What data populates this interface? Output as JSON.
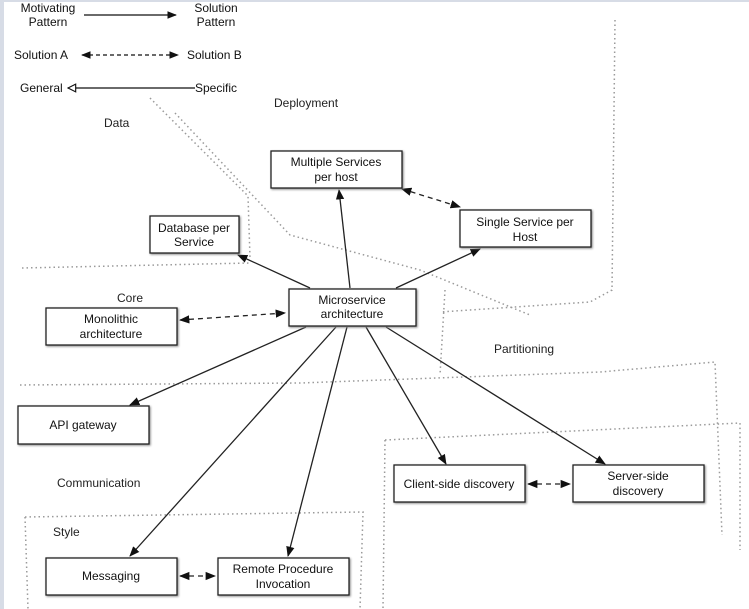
{
  "legend": {
    "motivating": [
      "Motivating",
      "Pattern"
    ],
    "solution": [
      "Solution",
      "Pattern"
    ],
    "solution_a": "Solution A",
    "solution_b": "Solution B",
    "general": "General",
    "specific": "Specific"
  },
  "regions": {
    "deployment": "Deployment",
    "data": "Data",
    "core": "Core",
    "partitioning": "Partitioning",
    "communication": "Communication",
    "style": "Style"
  },
  "nodes": {
    "microservice": [
      "Microservice",
      "architecture"
    ],
    "monolithic": [
      "Monolithic",
      "architecture"
    ],
    "database_per_service": [
      "Database per",
      "Service"
    ],
    "multiple_services": [
      "Multiple Services",
      "per host"
    ],
    "single_service": [
      "Single Service per",
      "Host"
    ],
    "api_gateway": [
      "API gateway"
    ],
    "client_discovery": [
      "Client-side discovery"
    ],
    "server_discovery": [
      "Server-side",
      "discovery"
    ],
    "messaging": [
      "Messaging"
    ],
    "rpi": [
      "Remote Procedure",
      "Invocation"
    ]
  },
  "colors": {
    "line": "#222222",
    "dotted": "#9a9a9a",
    "box_shadow": "#888888"
  }
}
